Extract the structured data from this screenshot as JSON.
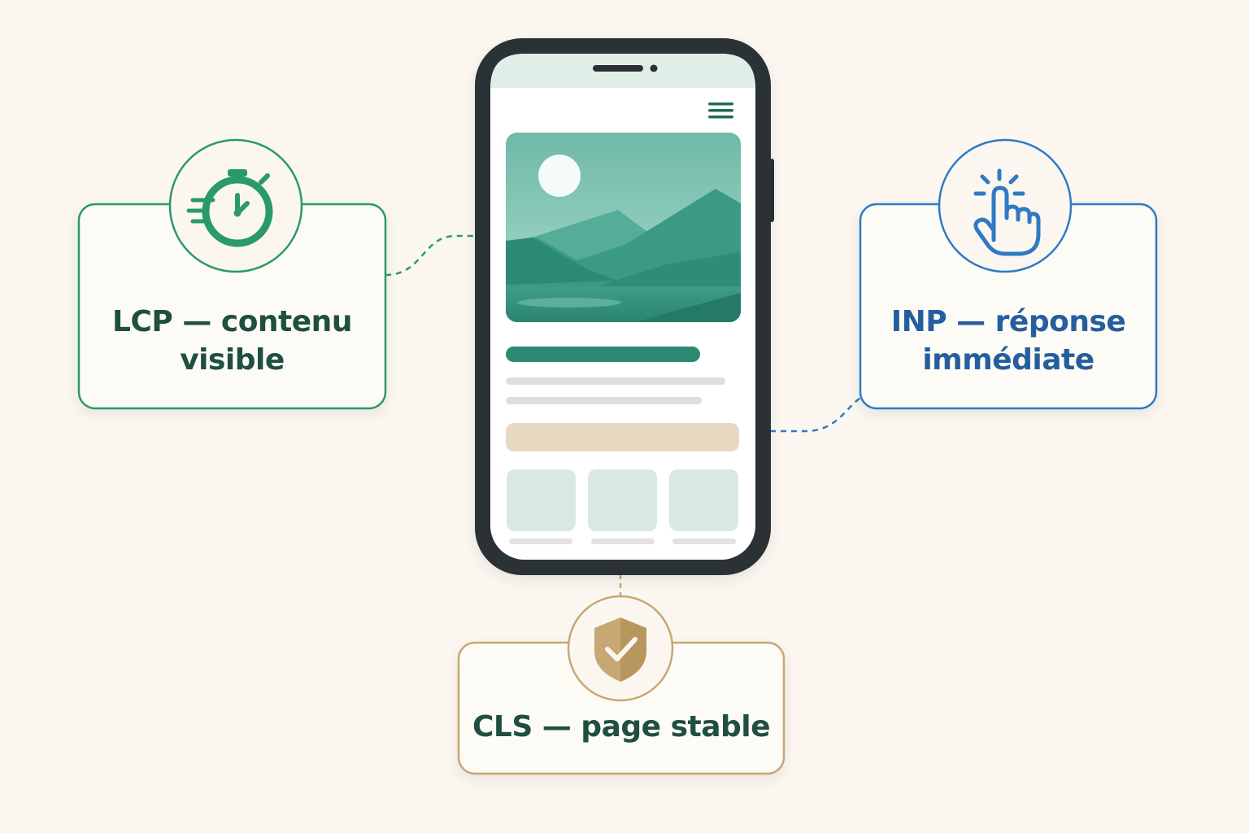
{
  "colors": {
    "background": "#fbf7f0",
    "lcp": "#2a9a6a",
    "inp": "#2f7ac4",
    "cls": "#c7a774",
    "text_dark": "#1f4f40",
    "text_blue": "#255e9e",
    "phone_frame": "#2b3036",
    "image_teal": "#2f8f7c",
    "bar_green": "#2c8a73",
    "bar_sand": "#e8d9c2",
    "tile": "#d9e9e2",
    "line_gray": "#dedede"
  },
  "phone": {
    "icon_menu": "hamburger-menu-icon",
    "hero_image": "mountain-landscape-image"
  },
  "cards": {
    "lcp": {
      "icon": "stopwatch-icon",
      "line1": "LCP — contenu",
      "line2": "visible"
    },
    "inp": {
      "icon": "tap-hand-icon",
      "line1": "INP — réponse",
      "line2": "immédiate"
    },
    "cls": {
      "icon": "shield-check-icon",
      "line1": "CLS — page stable"
    }
  }
}
